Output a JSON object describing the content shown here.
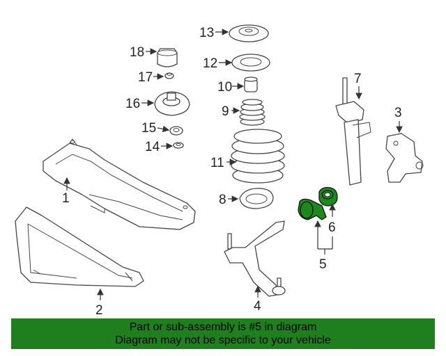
{
  "callouts": {
    "c1": "1",
    "c2": "2",
    "c3": "3",
    "c4": "4",
    "c5": "5",
    "c6": "6",
    "c7": "7",
    "c8": "8",
    "c9": "9",
    "c10": "10",
    "c11": "11",
    "c12": "12",
    "c13": "13",
    "c14": "14",
    "c15": "15",
    "c16": "16",
    "c17": "17",
    "c18": "18"
  },
  "banner": {
    "line1": "Part or sub-assembly is #5 in diagram",
    "line2": "Diagram may not be specific to your vehicle"
  },
  "colors": {
    "highlight": "#1e8a1e",
    "banner_bg": "#1f7f1f"
  }
}
